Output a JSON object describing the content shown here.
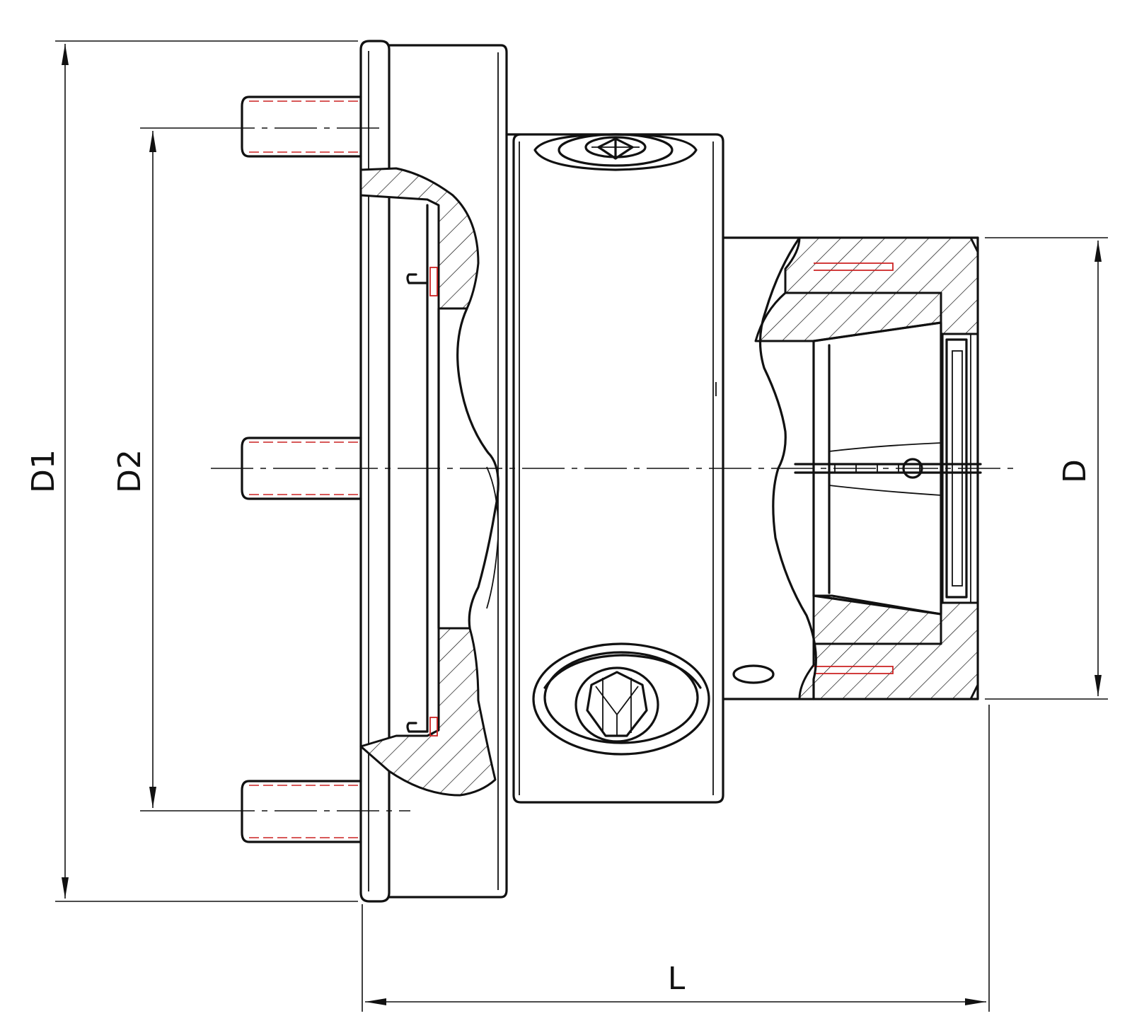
{
  "diagram": {
    "colors": {
      "line": "#111111",
      "hidden_thread": "#cc2222",
      "background": "#ffffff"
    },
    "labels": {
      "d1": "D1",
      "d2": "D2",
      "d": "D",
      "l": "L"
    }
  }
}
